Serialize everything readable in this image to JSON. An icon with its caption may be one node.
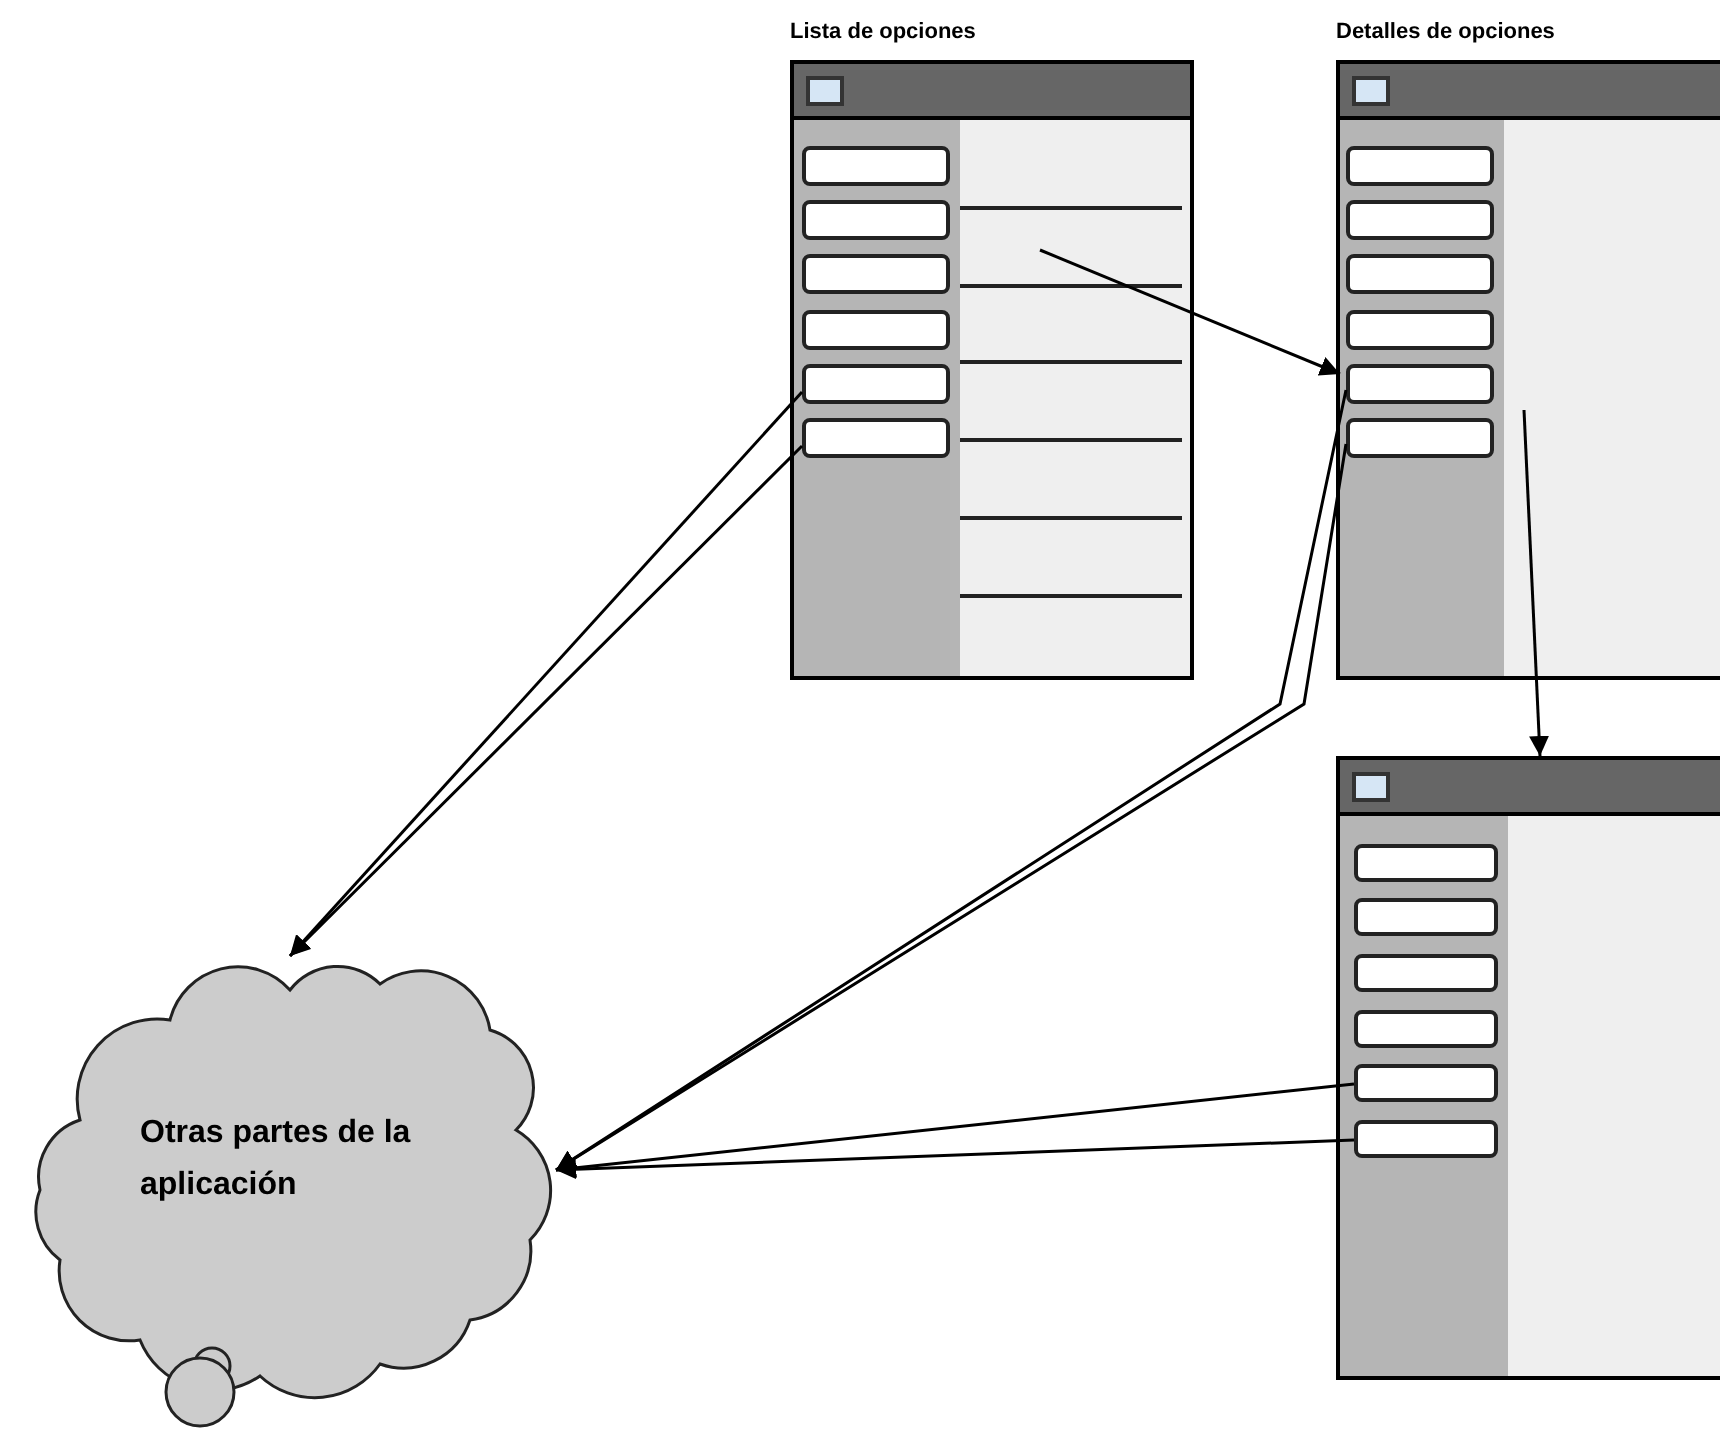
{
  "diagram": {
    "nodes": [
      {
        "text": [
          "Lista de opciones"
        ]
      },
      {
        "text": [],
        "shape": "box",
        "in": 0
      },
      {
        "text": [],
        "shape": "box",
        "in": 0
      },
      {
        "text": [],
        "shape": "box",
        "in": 0
      },
      {
        "text": [],
        "shape": "box",
        "in": 0
      },
      {
        "text": [],
        "shape": "box",
        "in": 0
      },
      {
        "text": [],
        "shape": "box",
        "in": 0
      },
      {
        "text": [],
        "shape": "box",
        "in": 0
      },
      {
        "text": [
          "Detalles de opciones"
        ]
      },
      {
        "text": [],
        "shape": "box",
        "in": 8
      },
      {
        "text": [],
        "shape": "box",
        "in": 8
      },
      {
        "text": [],
        "shape": "box",
        "in": 8
      },
      {
        "text": [],
        "shape": "box",
        "in": 8
      },
      {
        "text": [],
        "shape": "box",
        "in": 8
      },
      {
        "text": [],
        "shape": "box",
        "in": 8
      },
      {
        "text": [],
        "shape": "box",
        "in": 8
      },
      {
        "text": [],
        "shape": "box"
      },
      {
        "text": [],
        "shape": "box",
        "in": 16
      },
      {
        "text": [],
        "shape": "box",
        "in": 16
      },
      {
        "text": [],
        "shape": "box",
        "in": 16
      },
      {
        "text": [],
        "shape": "box",
        "in": 16
      },
      {
        "text": [],
        "shape": "box",
        "in": 16
      },
      {
        "text": [],
        "shape": "box",
        "in": 16
      },
      {
        "text": [],
        "shape": "box",
        "in": 16
      },
      {
        "text": [
          "Otras partes de la aplicación"
        ]
      }
    ],
    "edges": [
      {
        "from": 7,
        "to": 13,
        "arrow": "to"
      },
      {
        "from": 5,
        "to": 24,
        "arrow": "to"
      },
      {
        "from": 6,
        "to": 24,
        "arrow": "to"
      },
      {
        "from": 13,
        "to": 24,
        "arrow": "to"
      },
      {
        "from": 14,
        "to": 24,
        "arrow": "to"
      },
      {
        "from": 15,
        "to": 16,
        "arrow": "to"
      },
      {
        "from": 21,
        "to": 24,
        "arrow": "to"
      },
      {
        "from": 22,
        "to": 24,
        "arrow": "to"
      }
    ]
  }
}
